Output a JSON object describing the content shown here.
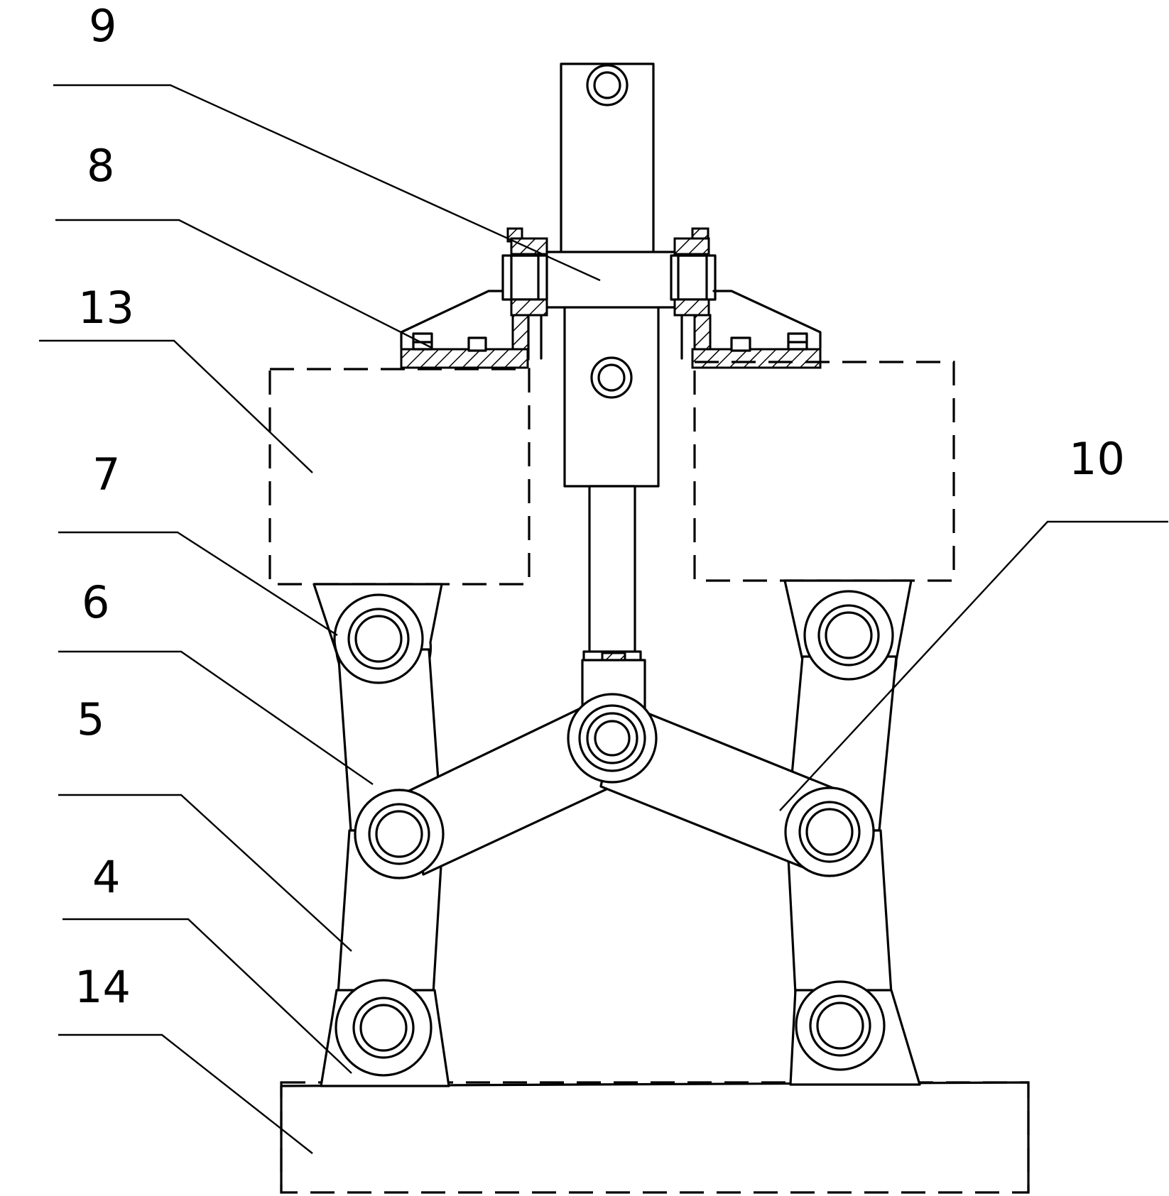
{
  "labels": {
    "l9": "9",
    "l8": "8",
    "l13": "13",
    "l7": "7",
    "l6": "6",
    "l5": "5",
    "l4": "4",
    "l14": "14",
    "l10": "10"
  }
}
